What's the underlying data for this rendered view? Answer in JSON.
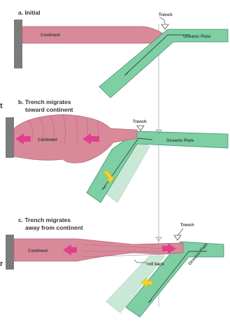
{
  "edge_marks": [
    "t",
    "r"
  ],
  "panels": [
    {
      "title_lines": [
        "a. Initial"
      ],
      "labels": {
        "continent": "Continent",
        "oceanic": "Oceanic Plate",
        "trench": "Trench"
      }
    },
    {
      "title_lines": [
        "b. Trench migrates",
        "toward continent"
      ],
      "labels": {
        "continent": "Continent",
        "oceanic": "Oceanic Plate",
        "trench": "Trench"
      }
    },
    {
      "title_lines": [
        "c. Trench migrates",
        "away from continent"
      ],
      "labels": {
        "continent": "Continent",
        "oceanic": "Oceanic Plate",
        "trench": "Trench",
        "rollback": "roll back"
      }
    }
  ],
  "colors": {
    "continent": "#d98a9a",
    "continent_dark": "#b56677",
    "oceanic": "#7fcfa4",
    "oceanic_dark": "#3f8f6a",
    "ghost_slab": "#c9e8d6",
    "wall": "#8a8a8a",
    "arrow_pink": "#e0408a",
    "arrow_yellow": "#f2d22e",
    "trench_marker": "#555555"
  }
}
